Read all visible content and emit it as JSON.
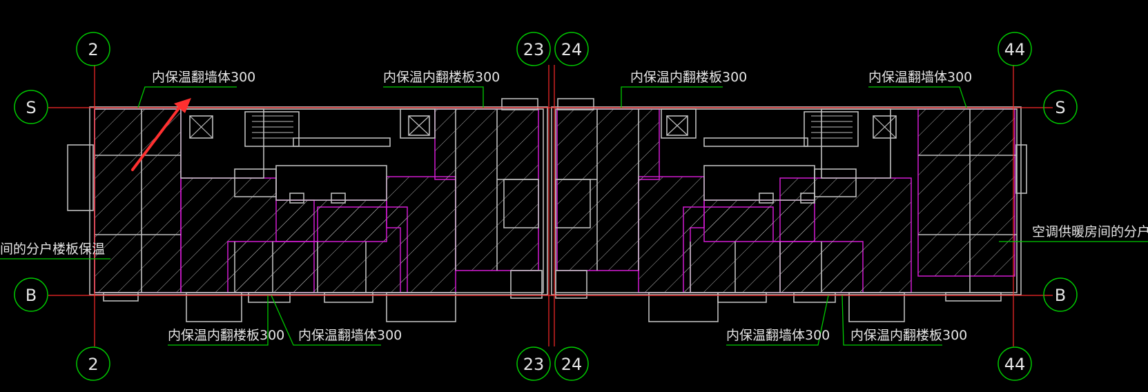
{
  "colors": {
    "background": "#000000",
    "axis_line": "#ff2a2a",
    "bubble": "#00cc00",
    "leader": "#00cc00",
    "wall": "#bfbfbf",
    "hatch_outline": "#d21bd2",
    "hatch": "#c8c8c8",
    "arrow": "#ff3030",
    "text": "#e6e6e6"
  },
  "grid_axes": {
    "vertical": [
      {
        "id": "v2",
        "label": "2"
      },
      {
        "id": "v23",
        "label": "23"
      },
      {
        "id": "v24",
        "label": "24"
      },
      {
        "id": "v44",
        "label": "44"
      }
    ],
    "horizontal": [
      {
        "id": "hS",
        "label": "S"
      },
      {
        "id": "hB",
        "label": "B"
      }
    ]
  },
  "annotations": {
    "top_left": "内保温翻墙体300",
    "top_center_left": "内保温内翻楼板300",
    "top_center_right": "内保温内翻楼板300",
    "top_right": "内保温翻墙体300",
    "bottom_left_a": "内保温内翻楼板300",
    "bottom_left_b": "内保温翻墙体300",
    "bottom_right_a": "内保温翻墙体300",
    "bottom_right_b": "内保温内翻楼板300",
    "side_left": "间的分户楼板保温",
    "side_right": "空调供暖房间的分户楼板保"
  },
  "markers": {
    "arrow_icon": "red-pointer-arrow"
  }
}
